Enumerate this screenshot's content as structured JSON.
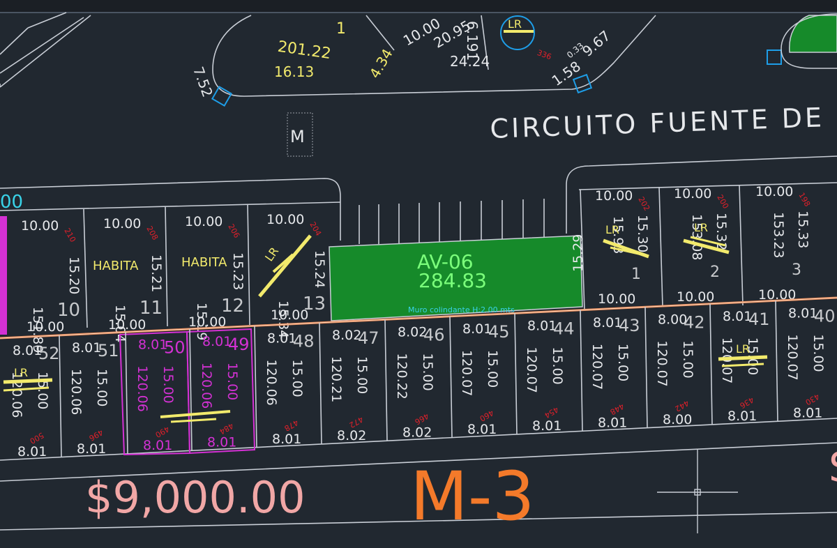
{
  "colors": {
    "background": "#212830",
    "line": "#c9ced6",
    "dim_text": "#e6e8eb",
    "highlight_text": "#f2ea6c",
    "lot_number": "#c7c9cc",
    "lot_id_red": "#e0202a",
    "green_area": "#168a2a",
    "green_text": "#7bff7b",
    "magenta": "#d431d4",
    "orange_line": "#e98a58",
    "price": "#f1a7a6",
    "manzana": "#f47a2a",
    "note_cyan": "#39d3e8",
    "marker_blue": "#1e9ee8"
  },
  "drawing": {
    "street_name": "CIRCUITO FUENTE DE",
    "marker_m": "M",
    "top_block": {
      "area": "201.22",
      "lot": "1",
      "dims": [
        "16.13",
        "4.34",
        "10.00",
        "20.95",
        "6.191",
        "24.24",
        "1.58",
        "0.33",
        "9.67",
        "7.52"
      ],
      "lr": "LR",
      "id": "336"
    },
    "green_area": {
      "name": "AV-06",
      "area": "284.83",
      "note": "Muro colindante H:2.00 mts"
    },
    "left_edge_value": "00",
    "habita_labels": [
      "HABITA",
      "HABITA"
    ],
    "upper_lots": [
      {
        "num": "10",
        "front": "10.00",
        "depth": "151.89",
        "side": "15.20",
        "back": "10.00",
        "id": "210"
      },
      {
        "num": "11",
        "front": "10.00",
        "depth": "15.04",
        "side": "15.21",
        "back": "10.00",
        "id": "208"
      },
      {
        "num": "12",
        "front": "10.00",
        "depth": "15.19",
        "side": "15.23",
        "back": "10.00",
        "id": "206"
      },
      {
        "num": "13",
        "front": "10.00",
        "depth": "15.34",
        "side": "15.24",
        "back": "10.00",
        "id": "204"
      }
    ],
    "upper_right_lots": [
      {
        "num": "1",
        "front": "10.00",
        "depth": "15.93",
        "side": "15.30",
        "left": "15.29",
        "back": "10.00",
        "id": "202"
      },
      {
        "num": "2",
        "front": "10.00",
        "depth": "153.08",
        "side": "15.32",
        "back": "10.00",
        "id": "200"
      },
      {
        "num": "3",
        "front": "10.00",
        "depth": "153.23",
        "side": "15.33",
        "back": "10.00",
        "id": "198"
      }
    ],
    "lower_lots": [
      {
        "num": "52",
        "front": "8.01",
        "depth": "120.06",
        "side": "15.00",
        "back": "8.01",
        "id": "500"
      },
      {
        "num": "51",
        "front": "8.01",
        "depth": "120.06",
        "side": "15.00",
        "back": "8.01",
        "id": "496"
      },
      {
        "num": "50",
        "front": "8.01",
        "depth": "120.06",
        "side": "15.00",
        "back": "8.01",
        "id": "490"
      },
      {
        "num": "49",
        "front": "8.01",
        "depth": "120.06",
        "side": "15.00",
        "back": "8.01",
        "id": "484"
      },
      {
        "num": "48",
        "front": "8.01",
        "depth": "120.06",
        "side": "15.00",
        "back": "8.01",
        "id": "478"
      },
      {
        "num": "47",
        "front": "8.02",
        "depth": "120.21",
        "side": "15.00",
        "back": "8.02",
        "id": "472"
      },
      {
        "num": "46",
        "front": "8.02",
        "depth": "120.22",
        "side": "15.00",
        "back": "8.02",
        "id": "466"
      },
      {
        "num": "45",
        "front": "8.01",
        "depth": "120.07",
        "side": "15.00",
        "back": "8.01",
        "id": "460"
      },
      {
        "num": "44",
        "front": "8.01",
        "depth": "120.07",
        "side": "15.00",
        "back": "8.01",
        "id": "454"
      },
      {
        "num": "43",
        "front": "8.01",
        "depth": "120.07",
        "side": "15.00",
        "back": "8.01",
        "id": "448"
      },
      {
        "num": "42",
        "front": "8.00",
        "depth": "120.07",
        "side": "15.00",
        "back": "8.00",
        "id": "442"
      },
      {
        "num": "41",
        "front": "8.01",
        "depth": "120.07",
        "side": "15.00",
        "back": "8.01",
        "id": "436"
      },
      {
        "num": "40",
        "front": "8.01",
        "depth": "120.07",
        "side": "15.00",
        "back": "8.01",
        "id": "430"
      }
    ],
    "price": "$9,000.00",
    "manzana": "M-3",
    "right_edge_letter": "S"
  }
}
